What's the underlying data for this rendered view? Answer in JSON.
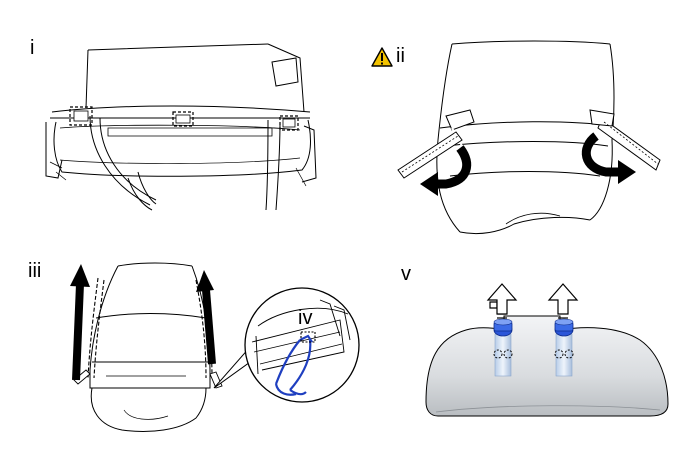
{
  "steps": {
    "step1": {
      "label": "i"
    },
    "step2": {
      "label": "ii",
      "icon": "caution-triangle-icon",
      "icon_color": "#f2c200"
    },
    "step3": {
      "label": "iii"
    },
    "detail": {
      "label": "iv",
      "clip_color": "#1f3fc0"
    },
    "step5": {
      "label": "v",
      "pin_color": "#2a55d8"
    }
  }
}
